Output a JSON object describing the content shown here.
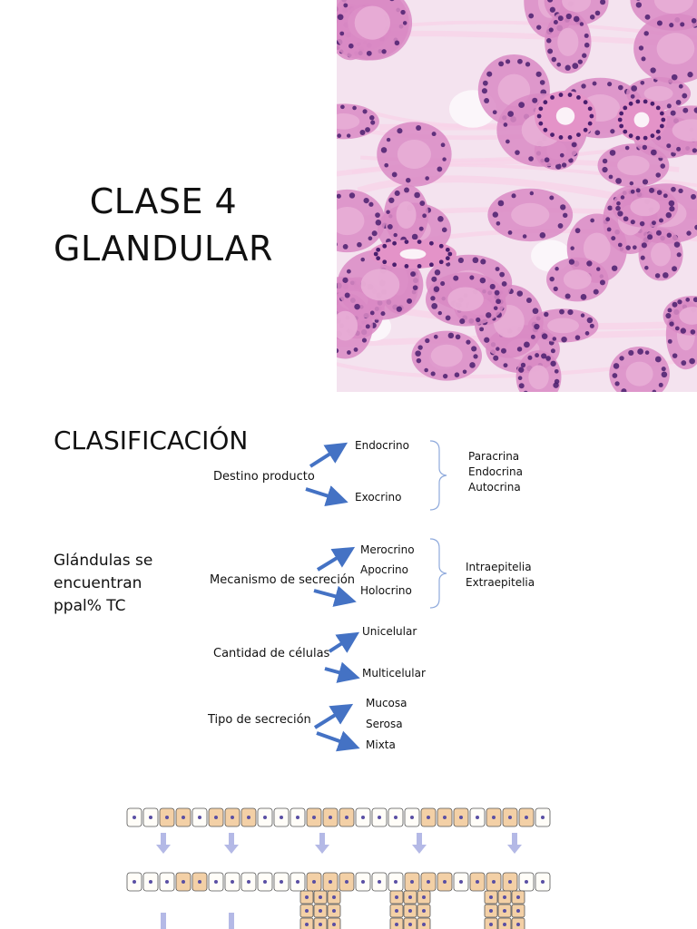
{
  "slide1": {
    "title_line1": "CLASE 4",
    "title_line2": "GLANDULAR",
    "image": "histology-micrograph-glandular-tissue"
  },
  "slide2": {
    "heading": "CLASIFICACIÓN",
    "side_note": [
      "Glándulas se",
      "encuentran",
      "ppal% TC"
    ],
    "groups": [
      {
        "label": "Destino producto",
        "items": [
          "Endocrino",
          "Exocrino"
        ],
        "bracket_items": [
          "Paracrina",
          "Endocrina",
          "Autocrina"
        ]
      },
      {
        "label": "Mecanismo de secreción",
        "items": [
          "Merocrino",
          "Apocrino",
          "Holocrino"
        ],
        "bracket_items": [
          "Intraepitelia",
          "Extraepitelia"
        ]
      },
      {
        "label": "Cantidad de células",
        "items": [
          "Unicelular",
          "Multicelular"
        ]
      },
      {
        "label": "Tipo de secreción",
        "items": [
          "Mucosa",
          "Serosa",
          "Mixta"
        ]
      }
    ],
    "illustration": "epithelium-gland-formation-diagram"
  },
  "colors": {
    "arrow_blue": "#4472c4",
    "bracket_blue": "#8faadc",
    "cell_tan": "#f3d0a6",
    "nucleus_purple": "#5a4fa3",
    "down_arrow": "#b4b9e6",
    "tissue_pink": "#d989c4",
    "nuclei_dark": "#4a1f6e"
  }
}
